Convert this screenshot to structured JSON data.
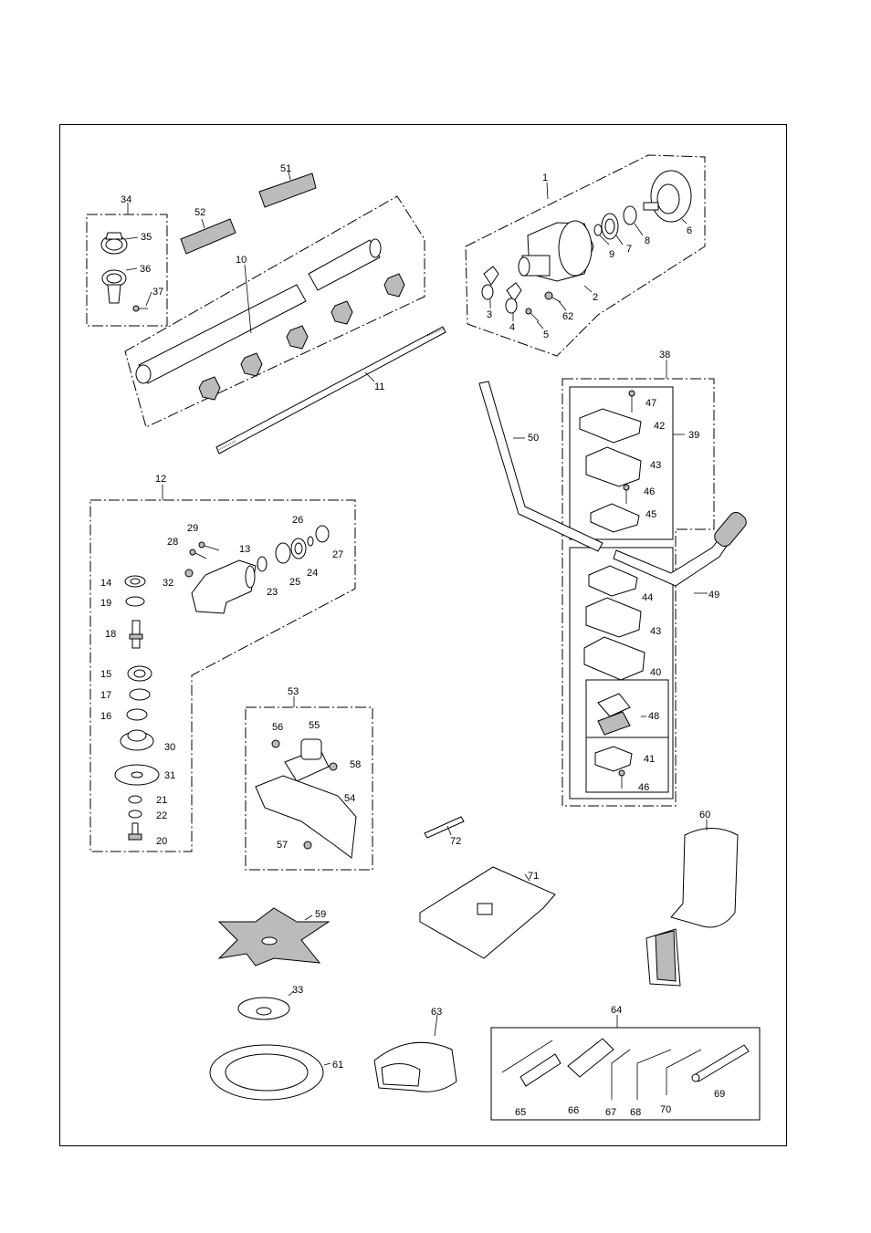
{
  "labels": {
    "p1": "1",
    "p2": "2",
    "p3": "3",
    "p4": "4",
    "p5": "5",
    "p6": "6",
    "p7": "7",
    "p8": "8",
    "p9": "9",
    "p10": "10",
    "p11": "11",
    "p12": "12",
    "p13": "13",
    "p14": "14",
    "p15": "15",
    "p16": "16",
    "p17": "17",
    "p18": "18",
    "p19": "19",
    "p20": "20",
    "p21": "21",
    "p22": "22",
    "p23": "23",
    "p24": "24",
    "p25": "25",
    "p26": "26",
    "p27": "27",
    "p28": "28",
    "p29": "29",
    "p30": "30",
    "p31": "31",
    "p32": "32",
    "p33": "33",
    "p34": "34",
    "p35": "35",
    "p36": "36",
    "p37": "37",
    "p38": "38",
    "p39": "39",
    "p40": "40",
    "p41": "41",
    "p42": "42",
    "p43a": "43",
    "p43b": "43",
    "p44": "44",
    "p45": "45",
    "p46a": "46",
    "p46b": "46",
    "p47": "47",
    "p48": "48",
    "p49": "49",
    "p50": "50",
    "p51": "51",
    "p52": "52",
    "p53": "53",
    "p54": "54",
    "p55": "55",
    "p56": "56",
    "p57": "57",
    "p58": "58",
    "p59": "59",
    "p60": "60",
    "p61": "61",
    "p62": "62",
    "p63": "63",
    "p64": "64",
    "p65": "65",
    "p66": "66",
    "p67": "67",
    "p68": "68",
    "p69": "69",
    "p70": "70",
    "p71": "71",
    "p72": "72"
  }
}
